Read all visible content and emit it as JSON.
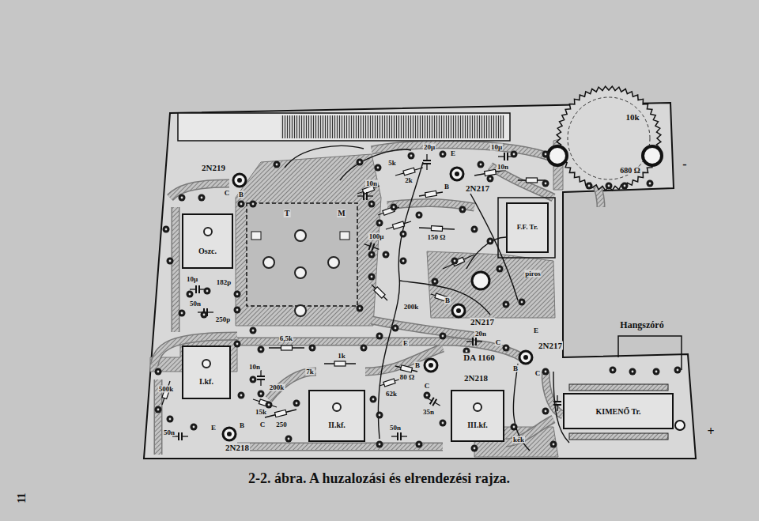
{
  "diagram": {
    "caption": "2-2. ábra. A huzalozási és elrendezési rajza.",
    "nodes": [
      {
        "text": [
          "Oszc."
        ]
      },
      {
        "text": [
          "F.F. Tr."
        ]
      },
      {
        "text": [
          "I.kf."
        ]
      },
      {
        "text": [
          "II.kf."
        ]
      },
      {
        "text": [
          "III.kf."
        ]
      },
      {
        "text": [
          "KIMENŐ Tr."
        ]
      }
    ],
    "labels": [
      "2N219",
      "C",
      "B",
      "T",
      "M",
      "10n",
      "5k",
      "20µ",
      "E",
      "2k",
      "B",
      "2N217",
      "10µ",
      "10n",
      "10k",
      "680 Ω",
      "-",
      "100µ",
      "150 Ω",
      "piros",
      "10µ",
      "182p",
      "50n",
      "250p",
      "200k",
      "2N217",
      "B",
      "20n",
      "C",
      "E",
      "2N217",
      "B",
      "C",
      "Hangszóró",
      "+",
      "6,5k",
      "1k",
      "7k",
      "10n",
      "E",
      "B",
      "C",
      "DA 1160",
      "80 Ω",
      "2N218",
      "62k",
      "35n",
      "50n",
      "500k",
      "200k",
      "15k",
      "250",
      "50n",
      "E",
      "B",
      "C",
      "2N218",
      "kék",
      "11"
    ]
  }
}
